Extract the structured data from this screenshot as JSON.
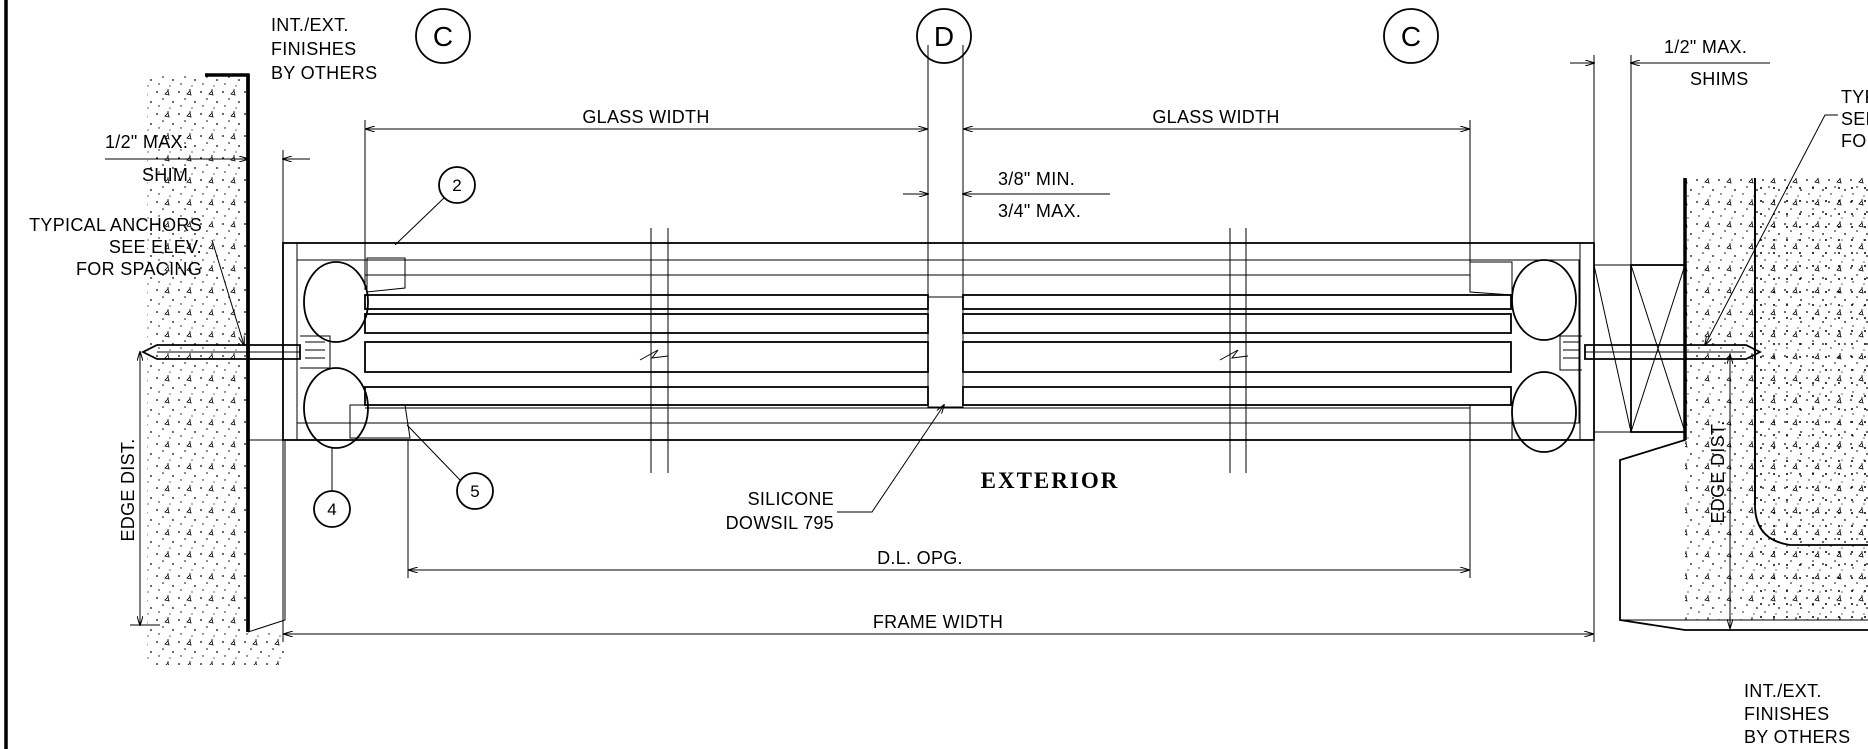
{
  "title_bubbles": [
    "C",
    "D",
    "C"
  ],
  "notes": {
    "int_ext_finishes_left": [
      "INT./EXT.",
      "FINISHES",
      "BY OTHERS"
    ],
    "int_ext_finishes_right": [
      "INT./EXT.",
      "FINISHES",
      "BY OTHERS"
    ],
    "shim_max_left": "1/2\" MAX.",
    "shim_left": "SHIM",
    "shims_max_right": "1/2\" MAX.",
    "shims_right": "SHIMS",
    "anchors_left": [
      "TYPICAL ANCHORS",
      "SEE ELEV.",
      "FOR SPACING"
    ],
    "anchors_right_partial": [
      "TYP",
      "SEE",
      "FOR"
    ],
    "gap_min": "3/8\" MIN.",
    "gap_max": "3/4\" MAX.",
    "silicone": [
      "SILICONE",
      "DOWSIL 795"
    ],
    "exterior": "EXTERIOR"
  },
  "dimensions": {
    "glass_width_left": "GLASS WIDTH",
    "glass_width_right": "GLASS WIDTH",
    "dl_opening": "D.L. OPG.",
    "frame_width": "FRAME WIDTH",
    "edge_dist_left": "EDGE DIST.",
    "edge_dist_right": "EDGE DIST."
  },
  "callouts": [
    "2",
    "5",
    "4"
  ]
}
